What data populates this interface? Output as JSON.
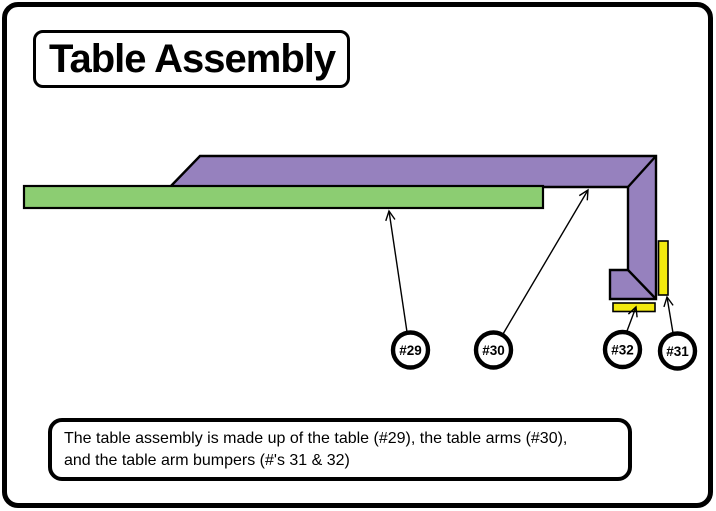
{
  "title": "Table Assembly",
  "caption": {
    "line1": "The table assembly is made up of the table (#29), the table arms (#30),",
    "line2": "and the table arm bumpers (#'s 31 & 32)"
  },
  "callouts": [
    {
      "part": "table",
      "label": "#29"
    },
    {
      "part": "table-arms",
      "label": "#30"
    },
    {
      "part": "bottom-bumper",
      "label": "#32"
    },
    {
      "part": "side-bumper",
      "label": "#31"
    }
  ],
  "colors": {
    "table_green": "#8CCD72",
    "arm_purple": "#9681BE",
    "bumper_yellow": "#F2E90E",
    "outline": "#000000"
  }
}
